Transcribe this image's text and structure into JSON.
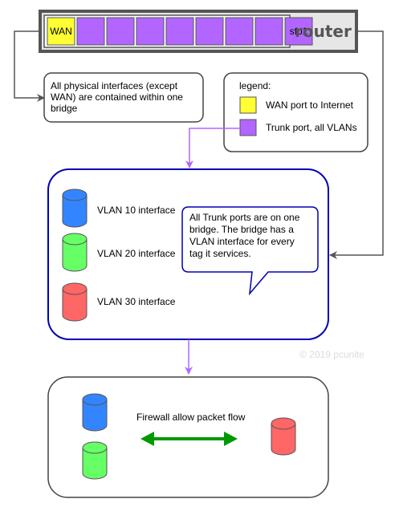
{
  "router": {
    "title": "router",
    "ports": [
      {
        "label": "WAN",
        "kind": "wan"
      },
      {
        "label": "",
        "kind": "trunk"
      },
      {
        "label": "",
        "kind": "trunk"
      },
      {
        "label": "",
        "kind": "trunk"
      },
      {
        "label": "",
        "kind": "trunk"
      },
      {
        "label": "",
        "kind": "trunk"
      },
      {
        "label": "",
        "kind": "trunk"
      },
      {
        "label": "",
        "kind": "trunk"
      },
      {
        "label": "sfp1",
        "kind": "trunk"
      }
    ]
  },
  "note_physical": {
    "lines": [
      "All physical interfaces (except",
      "WAN) are contained within one",
      "bridge"
    ]
  },
  "legend": {
    "title": "legend:",
    "items": [
      {
        "label": "WAN port to Internet",
        "color": "#ffff33"
      },
      {
        "label": "Trunk port, all VLANs",
        "color": "#b266ff"
      }
    ]
  },
  "bridge": {
    "vlans": [
      {
        "label": "VLAN 10 interface",
        "color": "#3385ff"
      },
      {
        "label": "VLAN 20 interface",
        "color": "#66ff66"
      },
      {
        "label": "VLAN 30 interface",
        "color": "#ff6666"
      }
    ],
    "callout_lines": [
      "All Trunk ports are on one",
      "bridge. The bridge has a",
      "VLAN interface for every",
      "tag it services."
    ]
  },
  "watermark": "© 2019 pcunite",
  "firewall": {
    "label": "Firewall allow packet flow"
  },
  "colors": {
    "wan": "#ffff33",
    "trunk": "#b266ff",
    "blue_cyl": "#3385ff",
    "green_cyl": "#66ff66",
    "red_cyl": "#ff6666",
    "arrow_purple": "#b266ff",
    "arrow_gray": "#555555",
    "arrow_green": "#009900",
    "bridge_border": "#0000b3"
  }
}
